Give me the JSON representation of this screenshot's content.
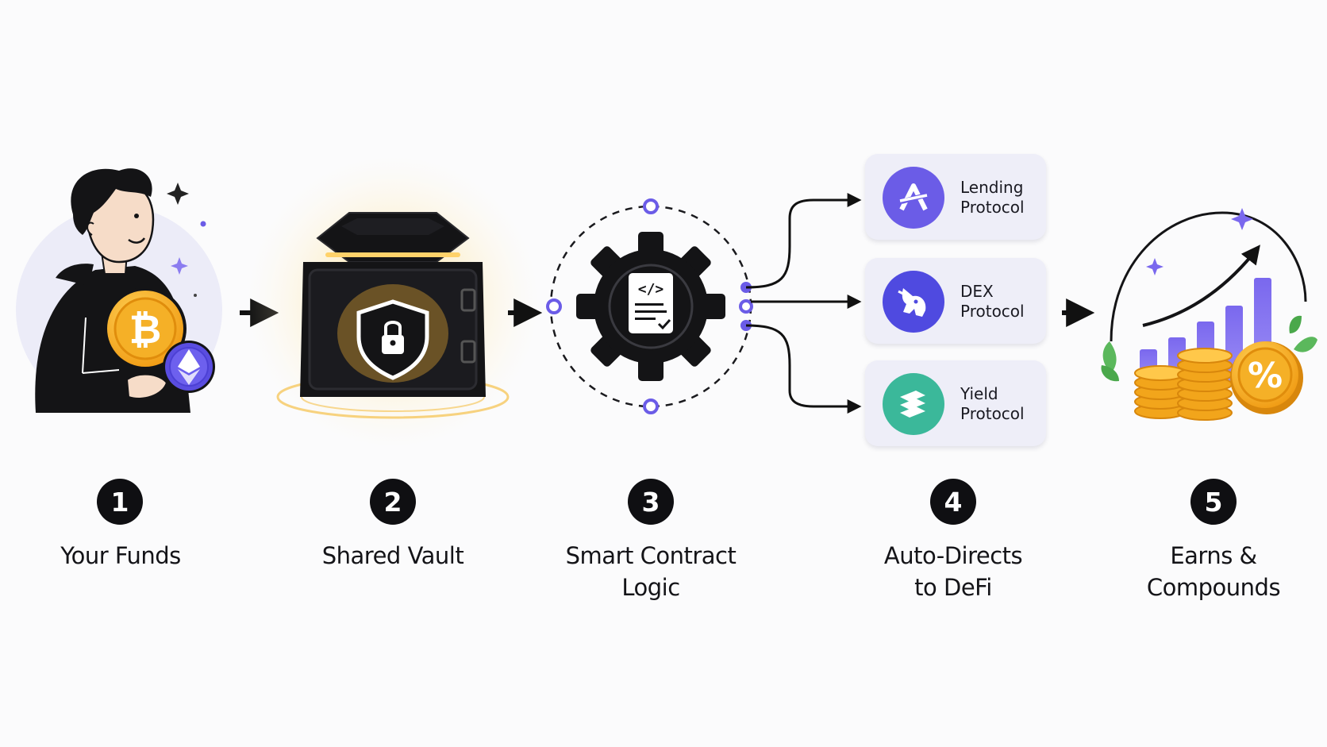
{
  "steps": [
    {
      "number": "1",
      "label": "Your Funds"
    },
    {
      "number": "2",
      "label": "Shared Vault"
    },
    {
      "number": "3",
      "label": "Smart Contract\nLogic"
    },
    {
      "number": "4",
      "label": "Auto-Directs\nto DeFi"
    },
    {
      "number": "5",
      "label": "Earns &\nCompounds"
    }
  ],
  "protocols": [
    {
      "name": "Lending\nProtocol",
      "icon": "aave-logo-icon",
      "color": "#6b5ce7"
    },
    {
      "name": "DEX\nProtocol",
      "icon": "unicorn-logo-icon",
      "color": "#4f4ae0"
    },
    {
      "name": "Yield\nProtocol",
      "icon": "layers-logo-icon",
      "color": "#3bb89a"
    }
  ],
  "icons": {
    "funds": "person-with-coins-icon",
    "bitcoin": "bitcoin-coin-icon",
    "ethereum": "ethereum-coin-icon",
    "vault": "vault-shield-lock-icon",
    "logic": "gear-contract-icon",
    "earnings": "growth-chart-coins-icon",
    "percent_coin": "percent-coin-icon"
  },
  "colors": {
    "accent": "#6b5ce7",
    "gold": "#f2a51b",
    "dark": "#0f0f12"
  }
}
